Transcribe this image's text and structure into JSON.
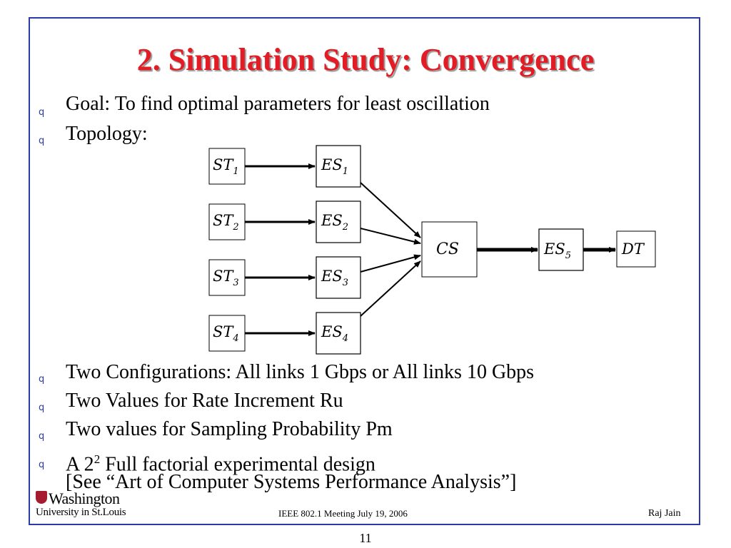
{
  "slide": {
    "title": "2. Simulation Study: Convergence",
    "bullets_top": [
      "Goal: To find optimal parameters for least oscillation",
      "Topology:"
    ],
    "bullets_bottom": [
      "Two Configurations: All links 1 Gbps or All links 10 Gbps",
      "Two Values for Rate Increment Ru",
      "Two values for Sampling Probability Pm"
    ],
    "factorial": {
      "prefix": "A 2",
      "sup": "2",
      "suffix": " Full factorial experimental design"
    },
    "see_line": "[See “Art of Computer Systems Performance Analysis”]",
    "bullet_symbol": "q"
  },
  "diagram": {
    "sources": [
      {
        "base": "ST",
        "sub": "1"
      },
      {
        "base": "ST",
        "sub": "2"
      },
      {
        "base": "ST",
        "sub": "3"
      },
      {
        "base": "ST",
        "sub": "4"
      }
    ],
    "edges": [
      {
        "base": "ES",
        "sub": "1"
      },
      {
        "base": "ES",
        "sub": "2"
      },
      {
        "base": "ES",
        "sub": "3"
      },
      {
        "base": "ES",
        "sub": "4"
      }
    ],
    "core": {
      "base": "CS",
      "sub": ""
    },
    "edge5": {
      "base": "ES",
      "sub": "5"
    },
    "dest": {
      "base": "DT",
      "sub": ""
    }
  },
  "footer": {
    "logo_top": "Washington",
    "logo_bottom": "University in St.Louis",
    "center": "IEEE 802.1 Meeting  July 19, 2006",
    "right": "Raj Jain"
  },
  "page_number": "11",
  "colors": {
    "title": "#e21b24",
    "frame": "#2a3aa8",
    "bullet": "#2a3aa8"
  }
}
